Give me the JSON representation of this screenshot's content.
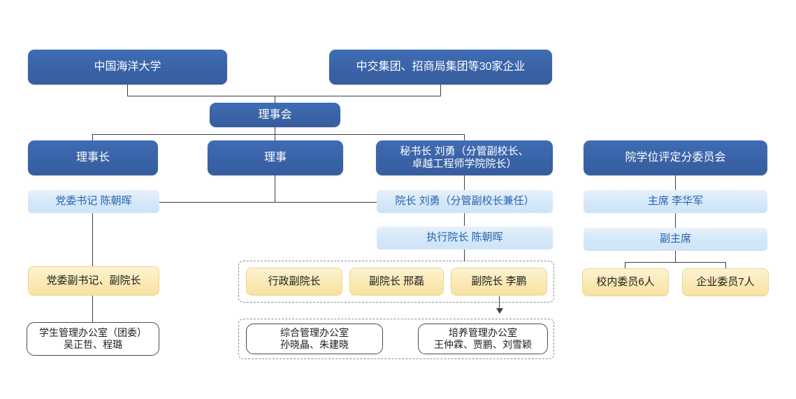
{
  "diagram": {
    "title": "组织架构图",
    "colors": {
      "dark_blue": "#3a63a7",
      "light_blue": "#d4e8f8",
      "light_blue_text": "#2a63b0",
      "yellow": "#fae9b4",
      "yellow_border": "#ecd48e",
      "white_box_border": "#4b4b4b",
      "connector": "#3f3f3f",
      "dashed_group": "#8d8d8d",
      "background": "#ffffff"
    }
  },
  "nodes": {
    "university": "中国海洋大学",
    "enterprises": "中交集团、招商局集团等30家企业",
    "council": "理事会",
    "council_chair": "理事长",
    "council_member": "理事",
    "secretary_general": "秘书长 刘勇（分管副校长、\n卓越工程师学院院长）",
    "party_secretary": "党委书记 陈朝晖",
    "dean": "院长 刘勇（分管副校长兼任）",
    "executive_dean": "执行院长 陈朝晖",
    "deputy_party_secretary": "党委副书记、副院长",
    "admin_vice_dean": "行政副院长",
    "vice_dean_xinglei": "副院长 邢磊",
    "vice_dean_lipeng": "副院长 李鹏",
    "student_office": "学生管理办公室（团委）\n吴正哲、程璐",
    "general_office": "综合管理办公室\n孙晓晶、朱建晓",
    "training_office": "培养管理办公室\n王仲霖、贾鹏、刘雪颖",
    "degree_committee": "院学位评定分委员会",
    "committee_chair": "主席 李华军",
    "committee_vice_chair": "副主席",
    "internal_members": "校内委员6人",
    "enterprise_members": "企业委员7人"
  }
}
